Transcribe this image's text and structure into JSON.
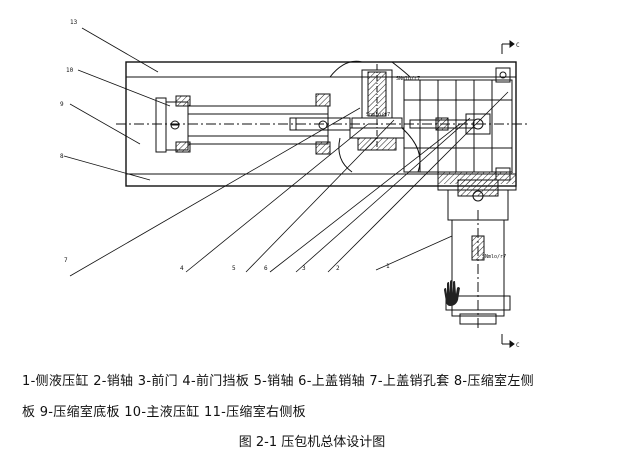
{
  "figure": {
    "caption_line1": "1-侧液压缸 2-销轴 3-前门 4-前门挡板 5-销轴 6-上盖销轴 7-上盖销孔套 8-压缩室左侧",
    "caption_line2": "板 9-压缩室底板 10-主液压缸 11-压缩室右侧板",
    "title": "图 2-1 压包机总体设计图"
  },
  "labels": {
    "part_13": "13",
    "part_10": "10",
    "part_9": "9",
    "part_8": "8",
    "part_7": "7",
    "part_4": "4",
    "part_5": "5",
    "part_6": "6",
    "part_3": "3",
    "part_2": "2",
    "part_1": "1",
    "section_top": "C",
    "section_bottom": "C",
    "dim_a": "SNmlo/r7",
    "dim_b": "Snmlo/r7",
    "dim_c": "SNmlo/r7"
  },
  "colors": {
    "line": "#111111",
    "hatch": "#222222",
    "bg": "#ffffff"
  },
  "icons": {
    "hand": "hand-icon"
  }
}
